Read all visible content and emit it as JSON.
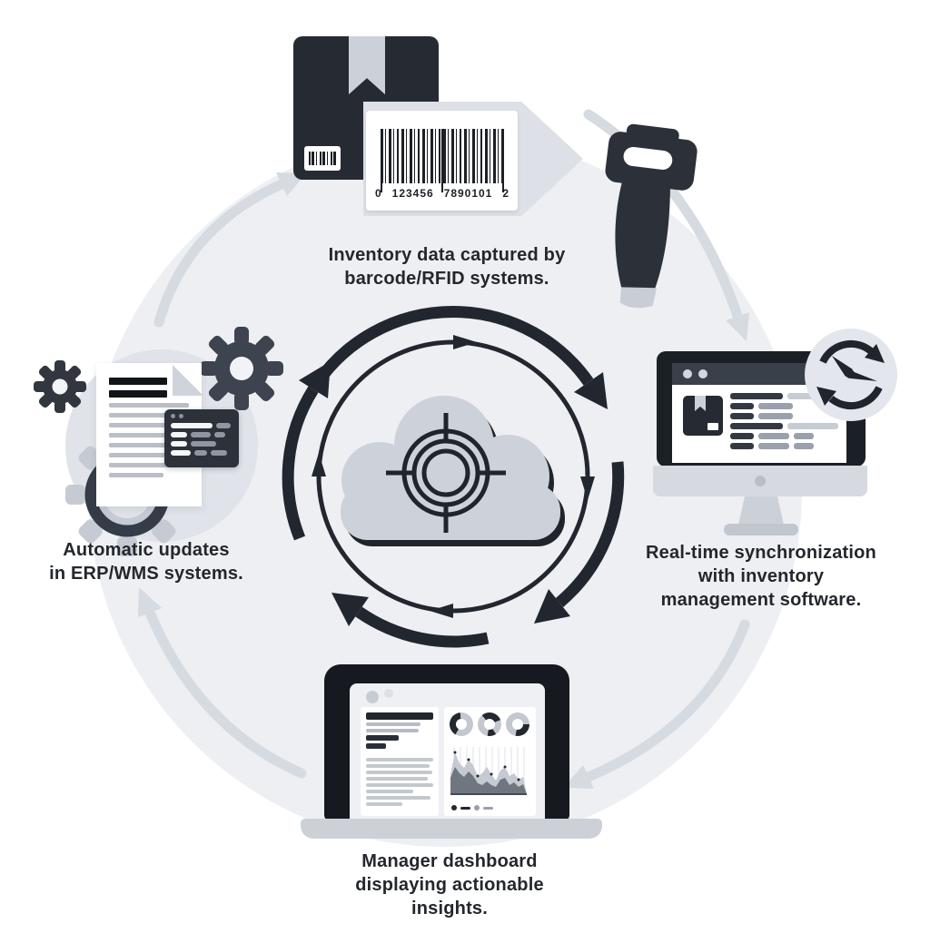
{
  "diagram_type": "inventory-cycle-infographic",
  "captions": {
    "top": {
      "line1": "Inventory data captured by",
      "line2": "barcode/RFID systems."
    },
    "right": {
      "line1": "Real-time synchronization",
      "line2": "with inventory",
      "line3": "management software."
    },
    "bottom": {
      "line1": "Manager dashboard",
      "line2": "displaying actionable",
      "line3": "insights."
    },
    "left": {
      "line1": "Automatic updates",
      "line2": "in ERP/WMS systems."
    }
  },
  "barcode": {
    "digit_left": "0",
    "group_1": "123456",
    "group_2": "7890101",
    "digit_right": "2"
  },
  "icons": {
    "top": "package-box-with-barcode-tag",
    "top_right": "barcode-scanner-gun",
    "right": "desktop-monitor-inventory-list",
    "right_badge": "sync-clock",
    "bottom": "laptop-dashboard-charts",
    "left": "documents-with-gears",
    "center": "cloud-with-target-and-cycle-arrows"
  },
  "colors": {
    "ink": "#262b33",
    "slate": "#3d434f",
    "circle_bg": "#edeff3",
    "arrow_gray": "#d6dae1",
    "light_gray": "#ccd1d9",
    "text": "#23272d"
  }
}
